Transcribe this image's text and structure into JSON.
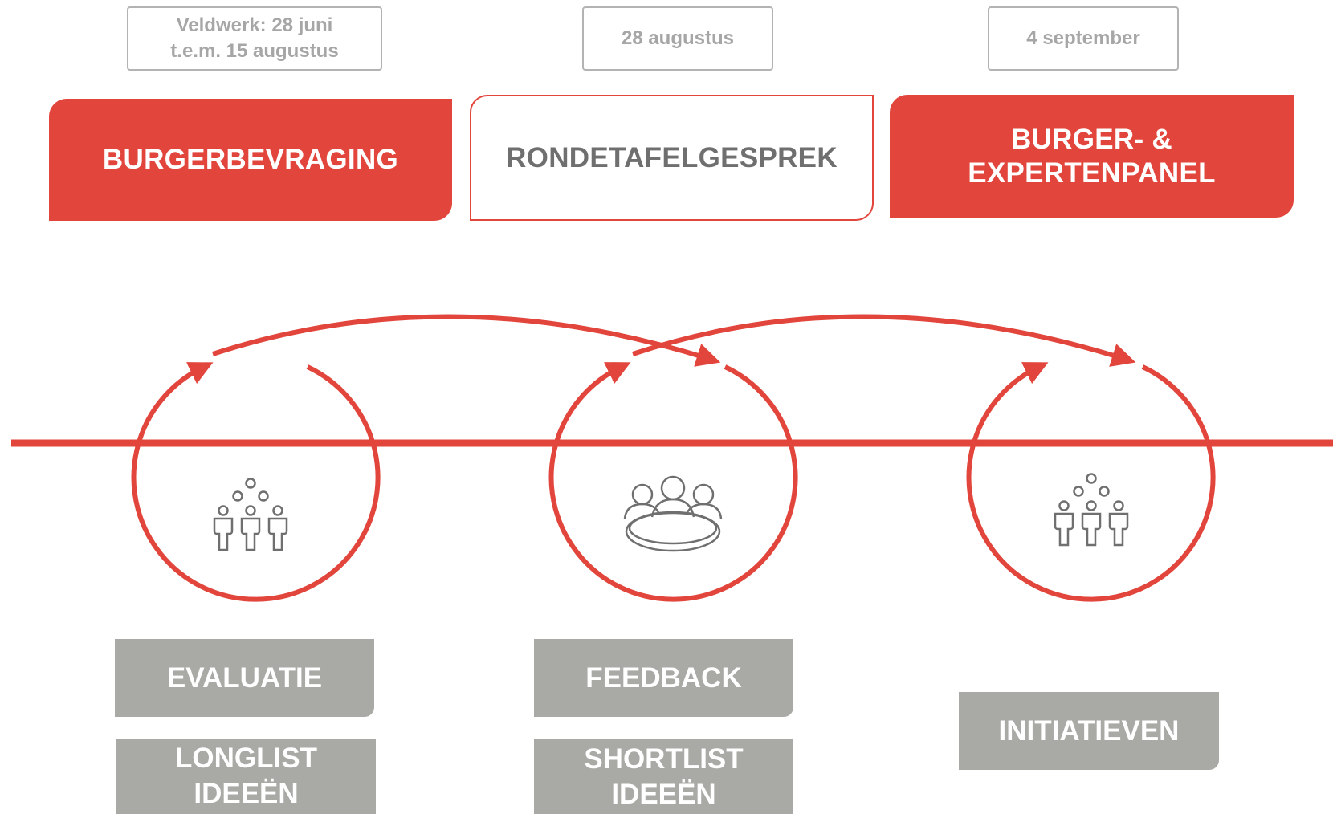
{
  "dates": [
    {
      "text": "Veldwerk: 28 juni\nt.e.m. 15 augustus"
    },
    {
      "text": "28 augustus"
    },
    {
      "text": "4 september"
    }
  ],
  "phases": [
    {
      "label": "BURGERBEVRAGING"
    },
    {
      "label": "RONDETAFELGESPREK"
    },
    {
      "label": "BURGER- &\nEXPERTENPANEL"
    }
  ],
  "outputs": {
    "evaluatie": "EVALUATIE",
    "longlist": "LONGLIST\nIDEEËN",
    "feedback": "FEEDBACK",
    "shortlist": "SHORTLIST\nIDEEËN",
    "initiatieven": "INITIATIEVEN"
  },
  "icons": {
    "phase1": "citizens-group-icon",
    "phase2": "round-table-meeting-icon",
    "phase3": "citizens-group-icon"
  },
  "colors": {
    "accent": "#e2453b",
    "output_box": "#a9a9a6",
    "date_text": "#a6a6a6",
    "icon_stroke": "#6f6f6f"
  }
}
